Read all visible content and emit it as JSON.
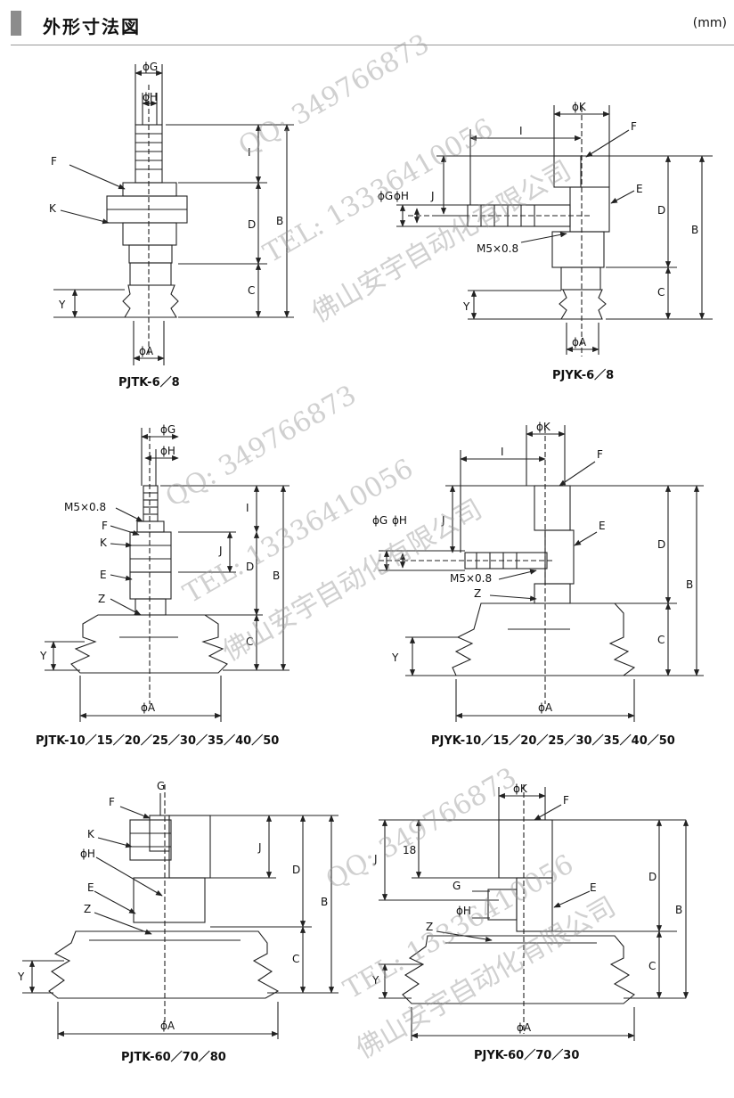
{
  "header": {
    "title": "外形寸法図",
    "unit": "(mm)"
  },
  "watermark": {
    "qq": "QQ: 349766873",
    "tel": "TEL: 13336410056",
    "company": "佛山安宇自动化有限公司"
  },
  "dims": {
    "phiG": "ϕG",
    "phiH": "ϕH",
    "phiK": "ϕK",
    "phiA": "ϕA",
    "G": "G",
    "F": "F",
    "K": "K",
    "E": "E",
    "Z": "Z",
    "I": "I",
    "J": "J",
    "D": "D",
    "B": "B",
    "C": "C",
    "Y": "Y",
    "m5": "M5×0.8",
    "n18": "18"
  },
  "captions": {
    "pjtk_small": "PJTK-6／8",
    "pjyk_small": "PJYK-6／8",
    "pjtk_mid": "PJTK-10／15／20／25／30／35／40／50",
    "pjyk_mid": "PJYK-10／15／20／25／30／35／40／50",
    "pjtk_large": "PJTK-60／70／80",
    "pjyk_large": "PJYK-60／70／30"
  },
  "colors": {
    "line": "#222222",
    "header_bar": "#8c8c8c",
    "watermark": "#969696"
  }
}
